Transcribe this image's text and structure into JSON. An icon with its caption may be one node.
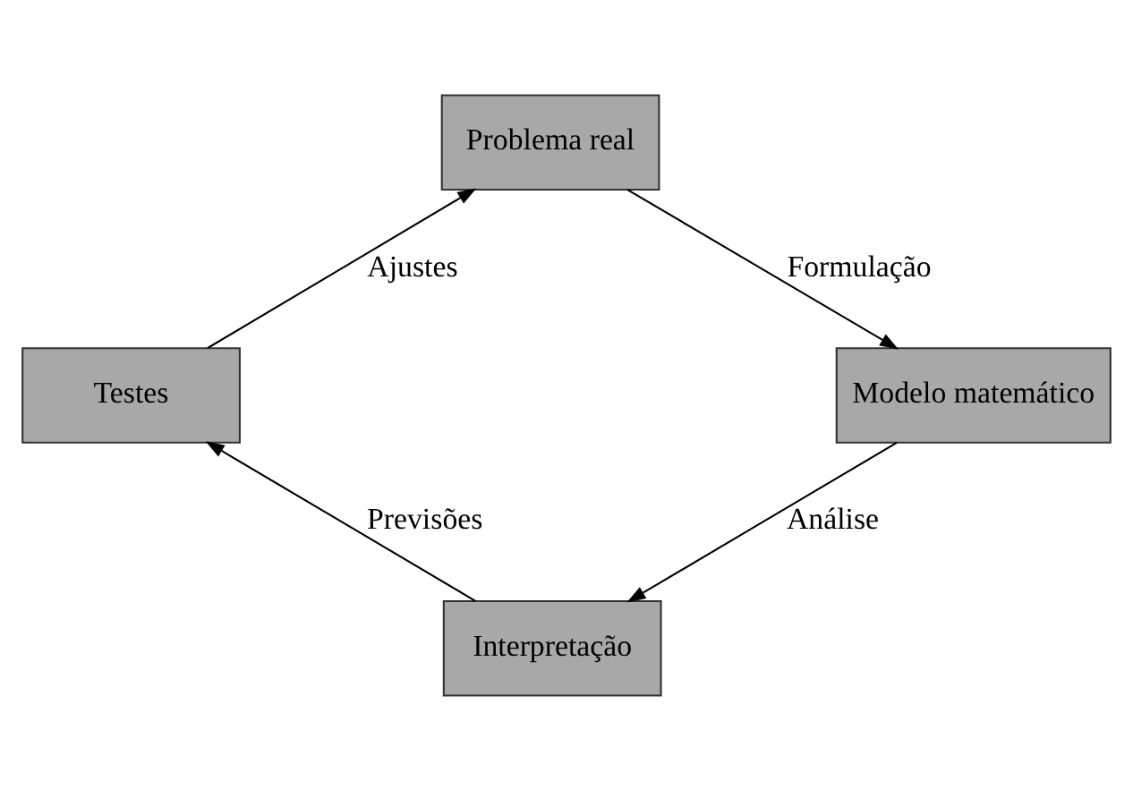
{
  "diagram": {
    "nodes": [
      {
        "text": [
          "Problema real"
        ]
      },
      {
        "text": [
          "Modelo matemático"
        ]
      },
      {
        "text": [
          "Interpretação"
        ]
      },
      {
        "text": [
          "Testes"
        ]
      }
    ],
    "edges": [
      {
        "from": 0,
        "to": 1,
        "arrow": "to",
        "label": "Formulação"
      },
      {
        "from": 1,
        "to": 2,
        "arrow": "to",
        "label": "Análise"
      },
      {
        "from": 2,
        "to": 3,
        "arrow": "to",
        "label": "Previsões"
      },
      {
        "from": 3,
        "to": 0,
        "arrow": "to",
        "label": "Ajustes"
      }
    ]
  }
}
